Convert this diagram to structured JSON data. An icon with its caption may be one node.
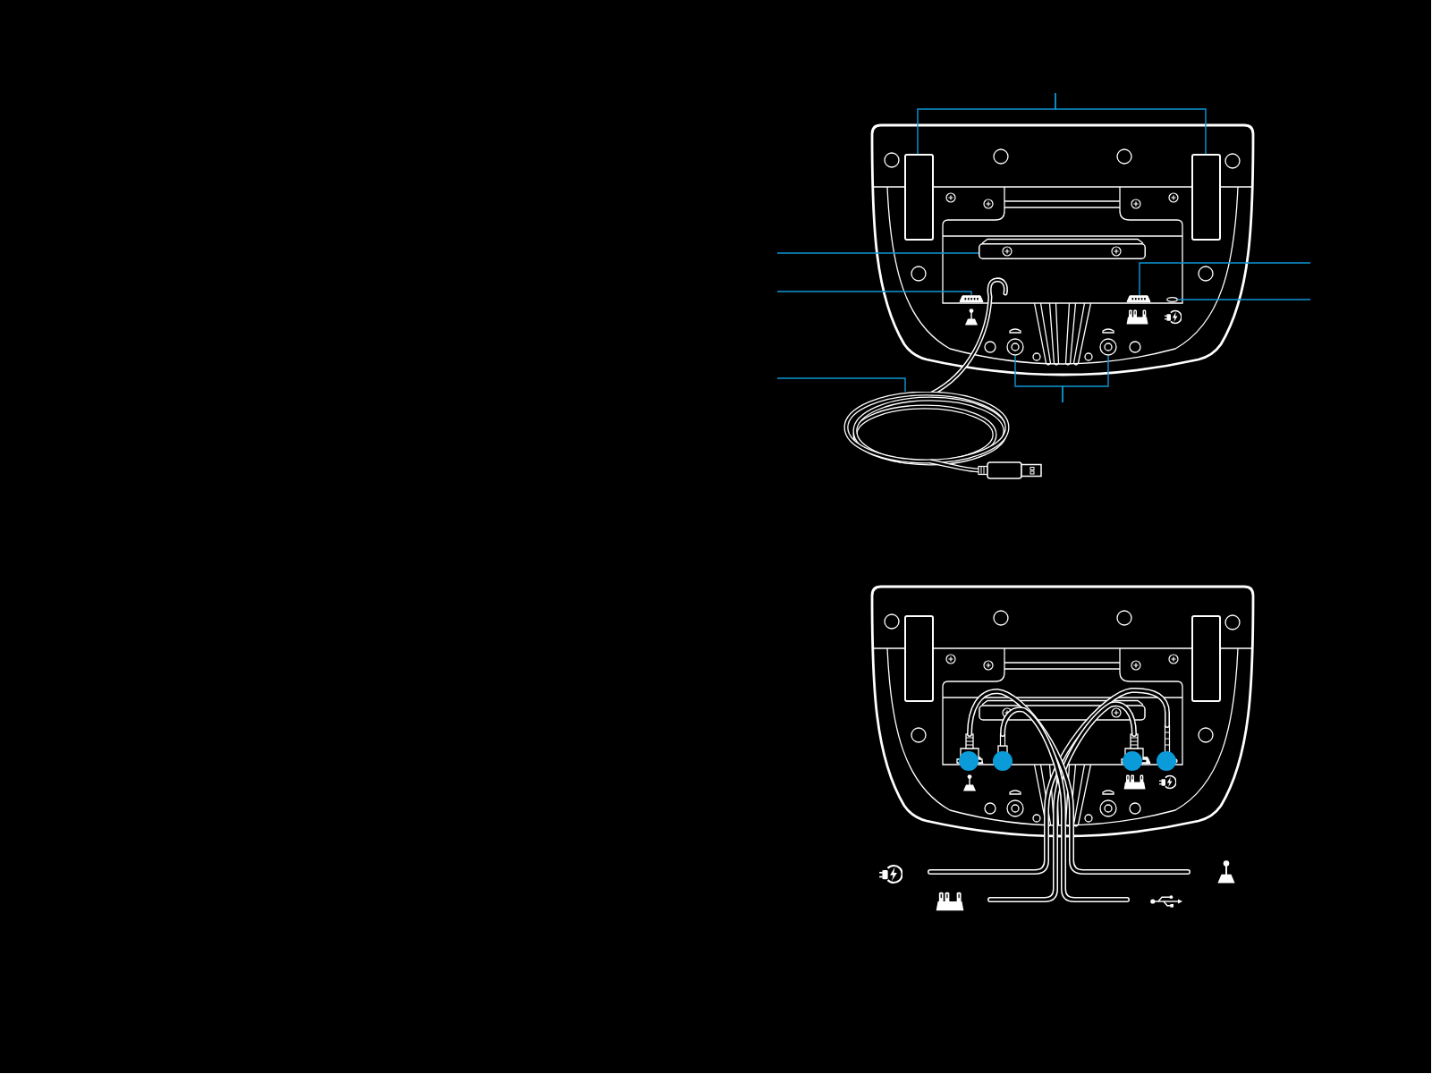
{
  "diagram": {
    "nodes": [
      {
        "text": [],
        "shape": "box"
      },
      {
        "text": [],
        "shape": "box"
      },
      {
        "text": [],
        "shape": "bar"
      },
      {
        "text": [],
        "shape": "box"
      },
      {
        "text": [],
        "shape": "picture"
      },
      {
        "text": [],
        "shape": "box"
      },
      {
        "text": [],
        "shape": "circle"
      },
      {
        "text": [],
        "shape": "circle"
      },
      {
        "text": [],
        "shape": "circle"
      },
      {
        "text": [],
        "shape": "circle"
      },
      {
        "text": [],
        "shape": "circle"
      },
      {
        "text": [],
        "shape": "circle"
      },
      {
        "text": [],
        "shape": "circle"
      }
    ],
    "edges": [
      {
        "from": null,
        "to": 0,
        "arrow": "none"
      },
      {
        "from": null,
        "to": 1,
        "arrow": "none"
      },
      {
        "from": null,
        "to": 2,
        "arrow": "none"
      },
      {
        "from": null,
        "to": 3,
        "arrow": "none"
      },
      {
        "from": null,
        "to": 4,
        "arrow": "none"
      },
      {
        "from": null,
        "to": 5,
        "arrow": "none"
      },
      {
        "from": null,
        "to": 6,
        "arrow": "none"
      },
      {
        "from": null,
        "to": 7,
        "arrow": "none"
      },
      {
        "from": null,
        "to": 8,
        "arrow": "none"
      }
    ]
  }
}
